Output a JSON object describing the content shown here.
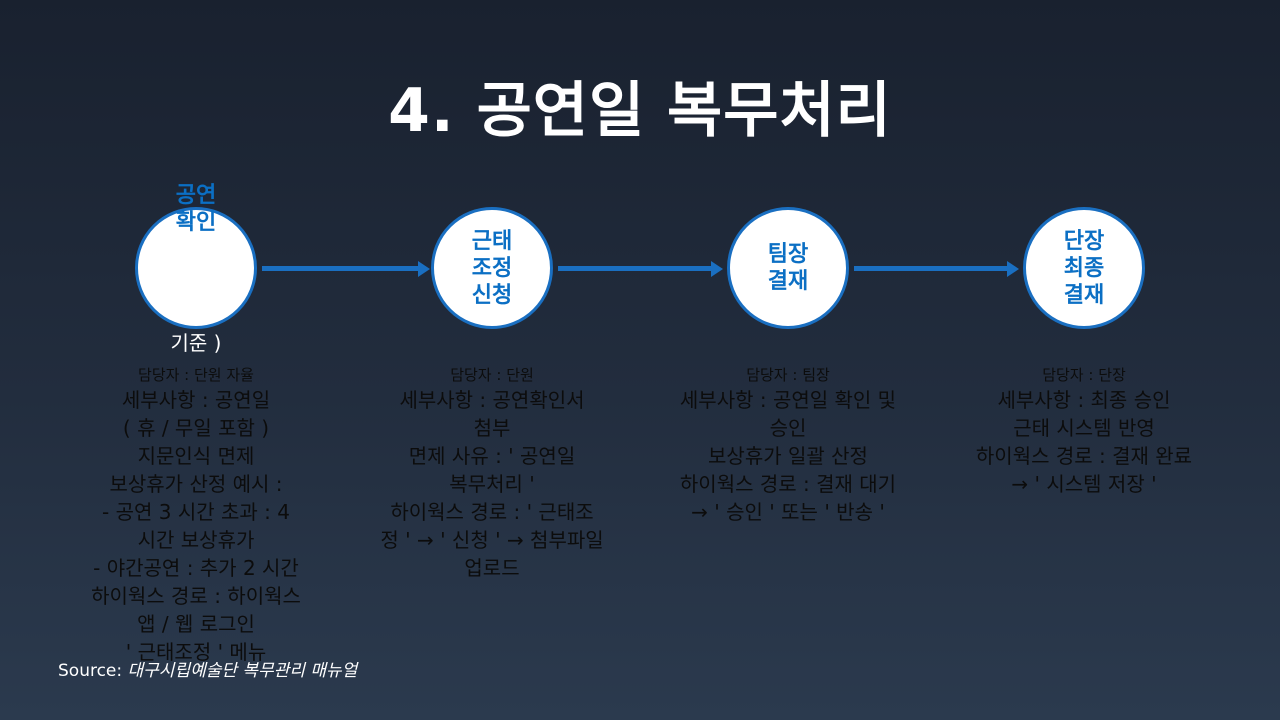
{
  "title": "4.  공연일 복무처리",
  "steps": [
    {
      "label": "공연\n확인",
      "overflow_text": "기준 )",
      "owner": "담당자 :  단원 자율",
      "details": [
        "세부사항 :  공연일",
        "( 휴 / 무일 포함 )",
        "지문인식 면제",
        "보상휴가 산정 예시 :",
        "-  공연  3 시간 초과 : 4",
        "시간 보상휴가",
        "-  야간공연 :  추가  2 시간",
        "하이웍스 경로 :  하이웍스",
        "앱 / 웹 로그인",
        "' 근태조정 '  메뉴"
      ]
    },
    {
      "label": "근태\n조정\n신청",
      "owner": "담당자 :  단원",
      "details": [
        "세부사항 :  공연확인서",
        "첨부",
        "면제 사유 : ' 공연일",
        "복무처리 '",
        "하이웍스 경로 : ' 근태조",
        "정 ' → ' 신청 ' →  첨부파일",
        "업로드"
      ]
    },
    {
      "label": "팀장\n결재",
      "owner": "담당자 :  팀장",
      "details": [
        "세부사항 :  공연일 확인 및",
        "승인",
        "보상휴가 일괄 산정",
        "하이웍스 경로 :  결재 대기",
        "→  ' 승인 '  또는  ' 반송 '"
      ]
    },
    {
      "label": "단장\n최종\n결재",
      "owner": "담당자 :  단장",
      "details": [
        "세부사항 :  최종 승인",
        "근태 시스템 반영",
        "하이웍스 경로 :  결재 완료",
        "→  ' 시스템 저장 '"
      ]
    }
  ],
  "source": {
    "prefix": "Source: ",
    "text": "대구시립예술단 복무관리 매뉴얼"
  },
  "colors": {
    "accent": "#1a6fc1",
    "node_text": "#0b6fc4",
    "title": "#ffffff"
  }
}
